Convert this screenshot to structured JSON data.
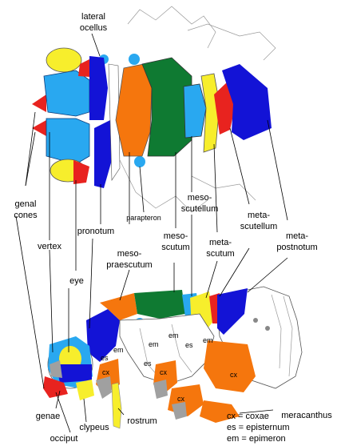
{
  "labels": {
    "lateral_ocellus_1": "lateral",
    "lateral_ocellus_2": "ocellus",
    "genal_cones_1": "genal",
    "genal_cones_2": "cones",
    "vertex": "vertex",
    "eye": "eye",
    "pronotum": "pronotum",
    "parapteron": "parapteron",
    "mesopraescutum_1": "meso-",
    "mesopraescutum_2": "praescutum",
    "mesoscutum_1": "meso-",
    "mesoscutum_2": "scutum",
    "mesoscutellum_1": "meso-",
    "mesoscutellum_2": "scutellum",
    "metascutum_1": "meta-",
    "metascutum_2": "scutum",
    "metascutellum_1": "meta-",
    "metascutellum_2": "scutellum",
    "metapostnotum_1": "meta-",
    "metapostnotum_2": "postnotum",
    "genae": "genae",
    "occiput": "occiput",
    "clypeus": "clypeus",
    "rostrum": "rostrum",
    "meracanthus": "meracanthus"
  },
  "small_labels": {
    "em_1": "em",
    "em_2": "em",
    "em_3": "em",
    "em_4": "em",
    "es_1": "es",
    "es_2": "es",
    "es_3": "es",
    "cx_1": "cx",
    "cx_2": "cx",
    "cx_3": "cx",
    "cx_4": "cx"
  },
  "legend": {
    "line1": "cx = coxae",
    "line2": "es = episternum",
    "line3": "em = epimeron"
  },
  "colors": {
    "red": "#e8231f",
    "light_blue": "#29a8f0",
    "yellow": "#f7ee2c",
    "dark_blue": "#1313d6",
    "orange": "#f5760d",
    "green": "#0f7a32",
    "grey": "#a0a0a0"
  }
}
